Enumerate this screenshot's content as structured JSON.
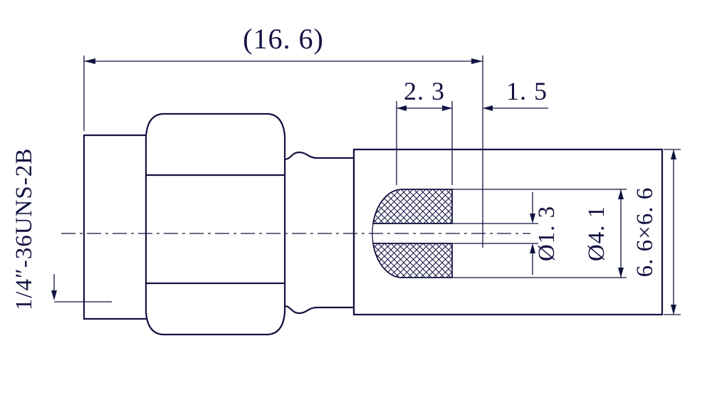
{
  "drawing": {
    "type": "technical-dimension-drawing",
    "subject": "coaxial-connector-side-section-view"
  },
  "labels": {
    "overall_length": "(16. 6)",
    "insulator_width": "2. 3",
    "pin_setback": "1. 5",
    "pin_hole_diameter": "Ø1. 3",
    "insulator_diameter": "Ø4. 1",
    "body_square_size": "6. 6×6. 6",
    "thread_spec": "1/4″-36UNS-2B"
  },
  "colors": {
    "line": "#131342",
    "background": "#ffffff"
  }
}
